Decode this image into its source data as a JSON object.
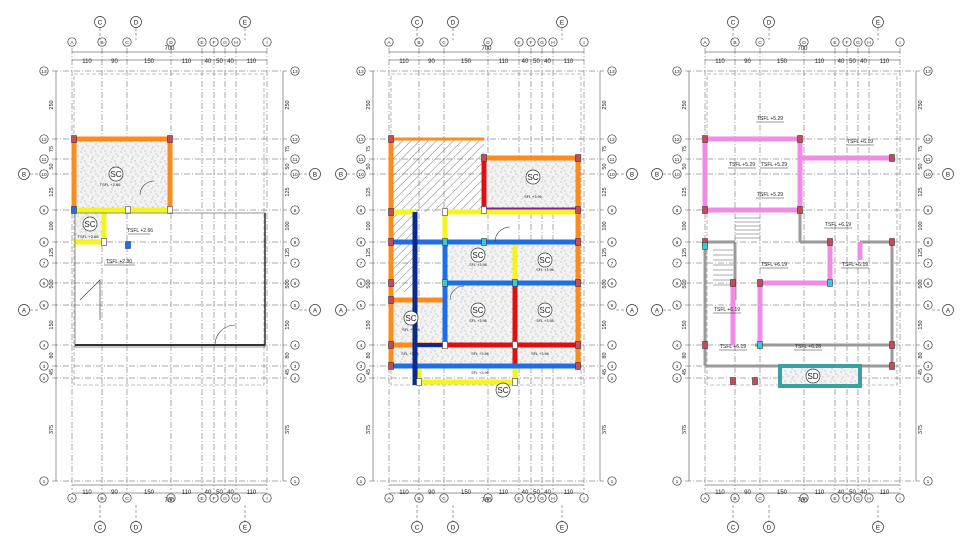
{
  "top_dims": [
    "110",
    "90",
    "150",
    "110",
    "40",
    "50",
    "40",
    "110"
  ],
  "total_dim": "700",
  "left_dims": [
    "250",
    "75",
    "50",
    "125",
    "100",
    "125",
    "500",
    "150",
    "80",
    "45",
    "375"
  ],
  "right_dims": [
    "250",
    "75",
    "50",
    "125",
    "100",
    "125",
    "500",
    "150",
    "80",
    "45",
    "375"
  ],
  "col_labels": [
    "A",
    "B",
    "C",
    "D",
    "E",
    "F",
    "G",
    "H",
    "I"
  ],
  "col_top_major": [
    "C",
    "D",
    "E"
  ],
  "row_labels": [
    "13",
    "12",
    "11",
    "10",
    "9",
    "8",
    "7",
    "6",
    "5",
    "4",
    "3",
    "2",
    "1"
  ],
  "row_side_major": [
    "B",
    "A"
  ],
  "sc_label": "SC",
  "plan1": {
    "slab_labels": [
      "TSFL +2.66",
      "TSFL +2.30"
    ],
    "slab_notes": [
      "TSFL +2.66",
      "TSFL +2.66"
    ]
  },
  "plan2": {
    "slab_notes": [
      "SFL +3.96",
      "SFL +3.96",
      "SFL +3.96",
      "SFL +3.96",
      "SFL +3.96",
      "SFL +3.96",
      "SFL +3.96",
      "SFL +3.96",
      "SFL +3.96",
      "SFL +3.96"
    ]
  },
  "plan3": {
    "labels": [
      "TSFL +5.29",
      "TSFL +6.19",
      "TSFL +5.29",
      "TSFL +5.29",
      "TSFL +5.29",
      "TSFL +6.19",
      "TSFL +6.19",
      "TSFL +6.19",
      "TSFL +6.19",
      "TSFL +6.19",
      "TSFL +6.28"
    ],
    "sd_label": "SD"
  },
  "colors": {
    "grid": "#444444",
    "orange": "#ff8c1a",
    "yellow": "#f5f51e",
    "red": "#e01010",
    "blue": "#1e6ee6",
    "navy": "#0a2a8c",
    "purple": "#8a1aa0",
    "magenta": "#f08ce6",
    "teal": "#3aa0a0",
    "column": "#c84a5a",
    "hatch": "#555555",
    "cyan": "#3cc8dc"
  }
}
